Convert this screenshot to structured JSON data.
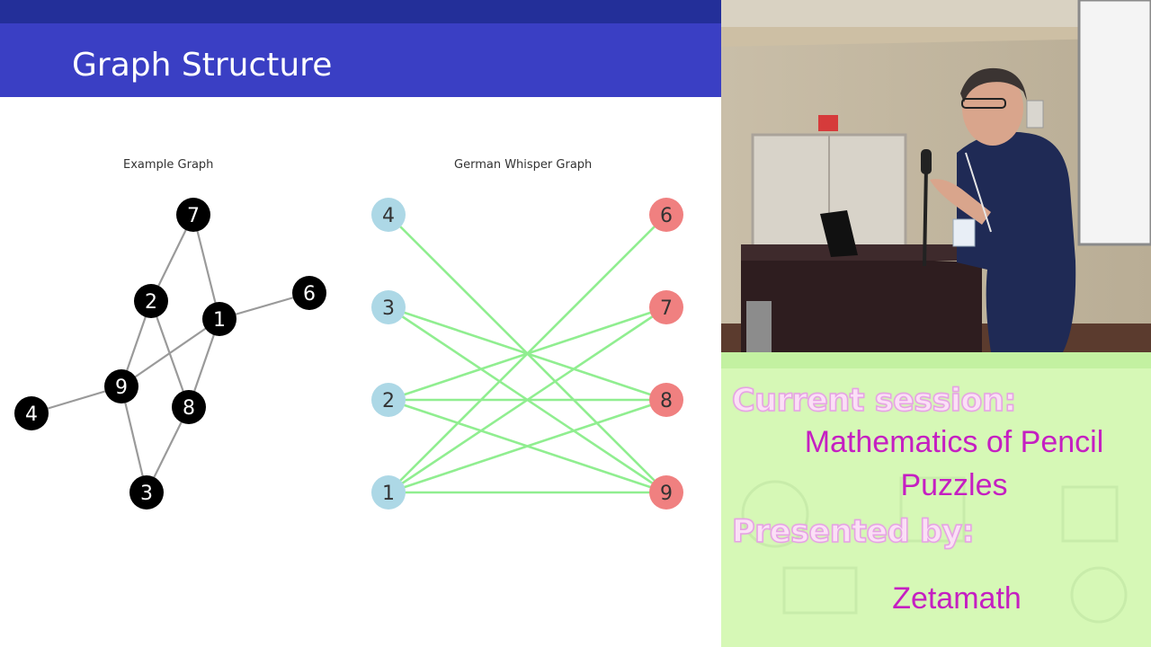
{
  "slide": {
    "title": "Graph Structure",
    "example_graph": {
      "title": "Example Graph",
      "nodes": [
        "1",
        "2",
        "3",
        "4",
        "6",
        "7",
        "8",
        "9"
      ],
      "edges": [
        [
          "7",
          "2"
        ],
        [
          "7",
          "1"
        ],
        [
          "2",
          "9"
        ],
        [
          "2",
          "8"
        ],
        [
          "1",
          "6"
        ],
        [
          "1",
          "9"
        ],
        [
          "1",
          "8"
        ],
        [
          "9",
          "4"
        ],
        [
          "9",
          "3"
        ],
        [
          "8",
          "3"
        ]
      ],
      "node_color": "#000000",
      "label_color": "#ffffff"
    },
    "german_whisper_graph": {
      "title": "German Whisper Graph",
      "left_nodes": [
        "4",
        "3",
        "2",
        "1"
      ],
      "right_nodes": [
        "6",
        "7",
        "8",
        "9"
      ],
      "edges": [
        [
          "4",
          "9"
        ],
        [
          "3",
          "8"
        ],
        [
          "3",
          "9"
        ],
        [
          "2",
          "7"
        ],
        [
          "2",
          "8"
        ],
        [
          "2",
          "9"
        ],
        [
          "1",
          "6"
        ],
        [
          "1",
          "7"
        ],
        [
          "1",
          "8"
        ],
        [
          "1",
          "9"
        ]
      ],
      "left_color": "#add8e6",
      "right_color": "#f08080",
      "edge_color": "#90ee90"
    },
    "colors": {
      "header": "#3a3fc4",
      "topbar": "#232f99"
    }
  },
  "session": {
    "current_label": "Current session:",
    "session_title_line1": "Mathematics of Pencil",
    "session_title_line2": "Puzzles",
    "presenter_label": "Presented by:",
    "presenter_name": "Zetamath",
    "colors": {
      "background": "#d6f8b6",
      "text": "#c51fc2",
      "heading_fill": "#fbe0f6"
    }
  }
}
